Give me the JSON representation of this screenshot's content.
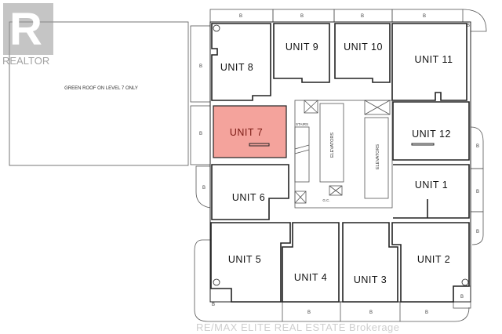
{
  "plan": {
    "green_roof_label": "GREEN ROOF ON LEVEL 7 ONLY",
    "balcony_label": "B",
    "stairs_label": "STAIRS",
    "elevators_label": "ELEVATORS",
    "gc_label": "G.C.",
    "highlighted_unit": "UNIT 7",
    "highlight_color": "#f4a39c",
    "units": {
      "u1": "UNIT 1",
      "u2": "UNIT 2",
      "u3": "UNIT 3",
      "u4": "UNIT 4",
      "u5": "UNIT 5",
      "u6": "UNIT 6",
      "u7": "UNIT 7",
      "u8": "UNIT 8",
      "u9": "UNIT 9",
      "u10": "UNIT 10",
      "u11": "UNIT 11",
      "u12": "UNIT 12"
    }
  },
  "watermarks": {
    "logo_text": "REALTOR",
    "brokerage": "RE/MAX ELITE REAL ESTATE Brokerage"
  }
}
